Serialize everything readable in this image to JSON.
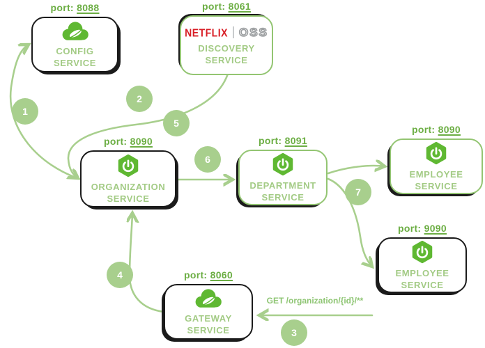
{
  "palette": {
    "background": "#ffffff",
    "wire_green": "#a8cf8d",
    "port_green": "#6cae44",
    "name_green": "#a3cb85",
    "spring_green": "#5fb832",
    "netflix_red": "#d81e26",
    "oss_gray": "#9b9ea0",
    "box_ink": "#1b1b1b"
  },
  "nodes": [
    {
      "id": "config",
      "port_label": "port:",
      "port": "8088",
      "icon": "spring-cloud-icon",
      "name_line1": "CONFIG",
      "name_line2": "SERVICE"
    },
    {
      "id": "discovery",
      "port_label": "port:",
      "port": "8061",
      "icon": "netflix-oss-logo",
      "logo_netflix": "NETFLIX",
      "logo_oss": "OSS",
      "name_line1": "DISCOVERY",
      "name_line2": "SERVICE"
    },
    {
      "id": "organization",
      "port_label": "port:",
      "port": "8090",
      "icon": "spring-boot-icon",
      "name_line1": "ORGANIZATION",
      "name_line2": "SERVICE"
    },
    {
      "id": "department",
      "port_label": "port:",
      "port": "8091",
      "icon": "spring-boot-icon",
      "name_line1": "DEPARTMENT",
      "name_line2": "SERVICE"
    },
    {
      "id": "employee-top",
      "port_label": "port:",
      "port": "8090",
      "icon": "spring-boot-icon",
      "name_line1": "EMPLOYEE",
      "name_line2": "SERVICE"
    },
    {
      "id": "employee-bottom",
      "port_label": "port:",
      "port": "9090",
      "icon": "spring-boot-icon",
      "name_line1": "EMPLOYEE",
      "name_line2": "SERVICE"
    },
    {
      "id": "gateway",
      "port_label": "port:",
      "port": "8060",
      "icon": "spring-cloud-icon",
      "name_line1": "GATEWAY",
      "name_line2": "SERVICE"
    }
  ],
  "steps": [
    {
      "n": "1"
    },
    {
      "n": "2"
    },
    {
      "n": "3"
    },
    {
      "n": "4"
    },
    {
      "n": "5"
    },
    {
      "n": "6"
    },
    {
      "n": "7"
    }
  ],
  "request_label": "GET /organization/{id}/**"
}
